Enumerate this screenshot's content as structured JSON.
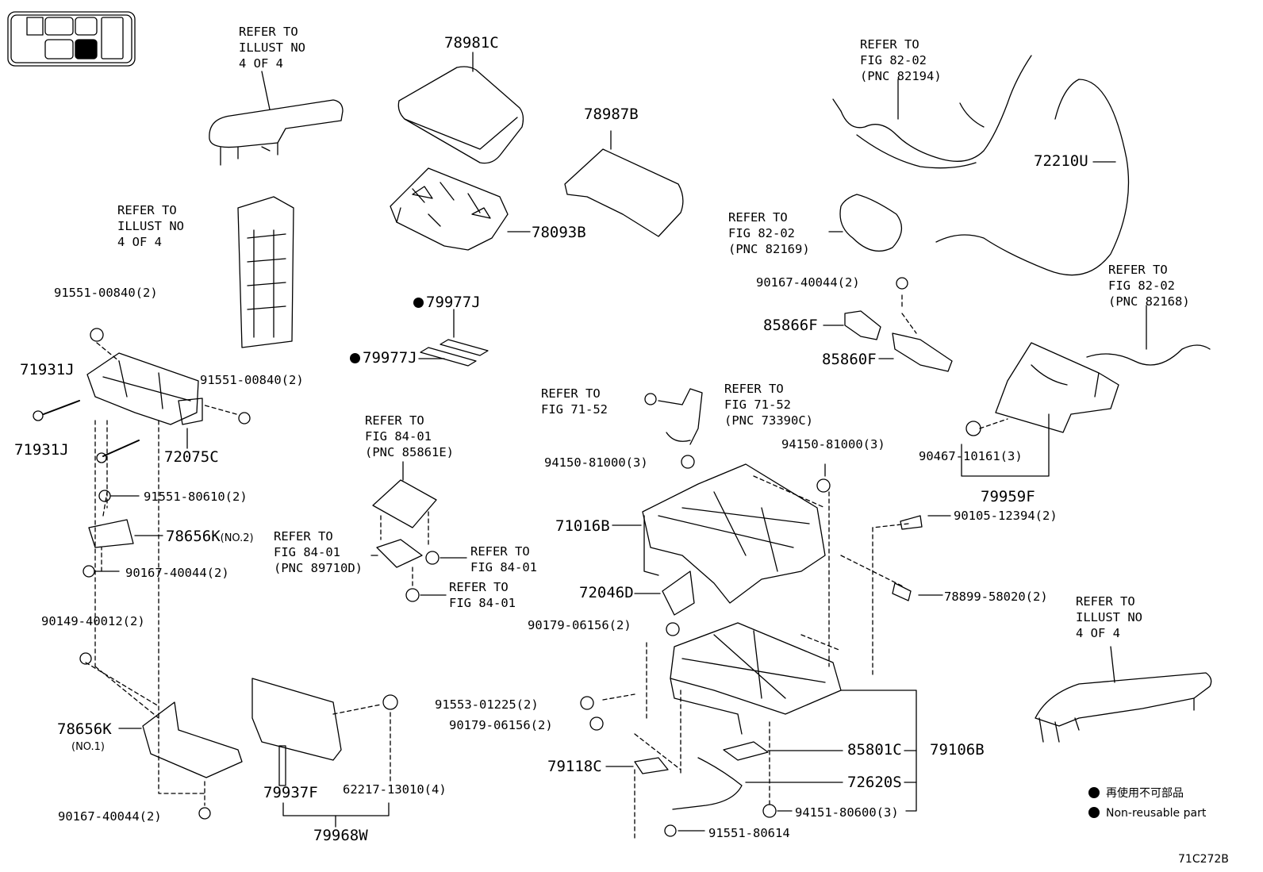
{
  "labels": {
    "ref_illust_top": "REFER TO\nILLUST NO\n4 OF 4",
    "p78981C": "78981C",
    "p78987B": "78987B",
    "ref_fig82_82194": "REFER TO\nFIG 82-02\n(PNC 82194)",
    "p72210U": "72210U",
    "ref_illust_left": "REFER TO\nILLUST NO\n4 OF 4",
    "p78093B": "78093B",
    "ref_fig82_82169": "REFER TO\nFIG 82-02\n(PNC 82169)",
    "p91551_00840_a": "91551-00840(2)",
    "p79977J_a": "79977J",
    "p79977J_b": "79977J",
    "p90167_40044_a": "90167-40044(2)",
    "ref_fig82_82168": "REFER TO\nFIG 82-02\n(PNC 82168)",
    "p85866F": "85866F",
    "p85860F": "85860F",
    "p71931J_a": "71931J",
    "p91551_00840_b": "91551-00840(2)",
    "ref_fig7152_a": "REFER TO\nFIG 71-52",
    "ref_fig7152_b": "REFER TO\nFIG 71-52\n(PNC 73390C)",
    "ref_fig8401_85861E": "REFER TO\nFIG 84-01\n(PNC 85861E)",
    "p71931J_b": "71931J",
    "p72075C": "72075C",
    "p94150_81000_a": "94150-81000(3)",
    "p94150_81000_b": "94150-81000(3)",
    "p90467_10161": "90467-10161(3)",
    "p79959F": "79959F",
    "p91551_80610": "91551-80610(2)",
    "p90105_12394": "90105-12394(2)",
    "ref_fig8401_89710D": "REFER TO\nFIG 84-01\n(PNC 89710D)",
    "p78656K_a": "78656K",
    "p78656K_a_note": "(NO.2)",
    "p71016B": "71016B",
    "ref_fig8401_a": "REFER TO\nFIG 84-01",
    "p90167_40044_b": "90167-40044(2)",
    "p72046D": "72046D",
    "ref_fig8401_b": "REFER TO\nFIG 84-01",
    "p78899_58020": "78899-58020(2)",
    "ref_illust_right": "REFER TO\nILLUST NO\n4 OF 4",
    "p90149_40012": "90149-40012(2)",
    "p90179_06156_a": "90179-06156(2)",
    "p91553_01225": "91553-01225(2)",
    "p90179_06156_b": "90179-06156(2)",
    "p78656K_b": "78656K",
    "p78656K_b_note": "(NO.1)",
    "p85801C": "85801C",
    "p79106B": "79106B",
    "p79118C": "79118C",
    "p72620S": "72620S",
    "p62217_13010": "62217-13010(4)",
    "p79937F": "79937F",
    "p90167_40044_c": "90167-40044(2)",
    "p94151_80600": "94151-80600(3)",
    "p91551_80614": "91551-80614",
    "p79968W": "79968W",
    "legend_jp": "再使用不可部品",
    "legend_en": "Non-reusable part",
    "figure_id": "71C272B"
  }
}
